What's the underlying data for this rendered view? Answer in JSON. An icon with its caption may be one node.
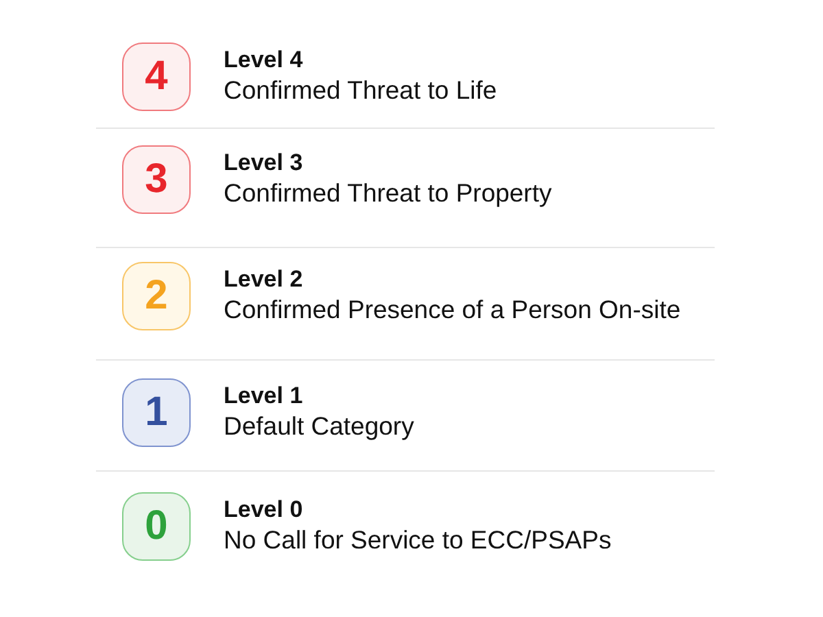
{
  "diagram": {
    "nodes": [
      {
        "text": [
          "4"
        ],
        "beside": [
          "Level 4",
          "Confirmed Threat to Life"
        ]
      },
      {
        "text": [
          "3"
        ],
        "beside": [
          "Level 3",
          "Confirmed Threat to Property"
        ]
      },
      {
        "text": [
          "2"
        ],
        "beside": [
          "Level 2",
          "Confirmed Presence of a Person On-site"
        ]
      },
      {
        "text": [
          "1"
        ],
        "beside": [
          "Level 1",
          "Default Category"
        ]
      },
      {
        "text": [
          "0"
        ],
        "beside": [
          "Level 0",
          "No Call for Service to ECC/PSAPs"
        ]
      }
    ]
  }
}
